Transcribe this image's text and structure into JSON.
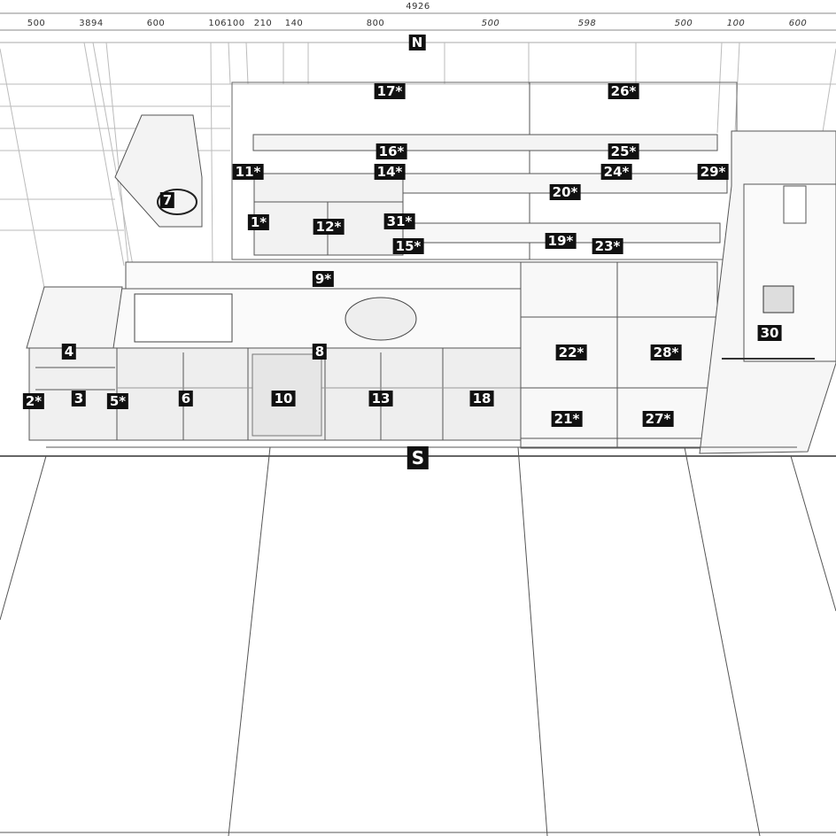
{
  "title_dimension": "4926",
  "dimensions": [
    "500",
    "3894",
    "600",
    "106100",
    "210",
    "140",
    "800",
    "500",
    "598",
    "500",
    "100",
    "600"
  ],
  "compass": {
    "north": "N",
    "south": "S"
  },
  "items": {
    "i17": "17*",
    "i26": "26*",
    "i16": "16*",
    "i25": "25*",
    "i11": "11*",
    "i14": "14*",
    "i24": "24*",
    "i29": "29*",
    "i20": "20*",
    "i7": "7",
    "i1": "1*",
    "i12": "12*",
    "i31": "31*",
    "i15": "15*",
    "i19": "19*",
    "i23": "23*",
    "i9": "9*",
    "i4": "4",
    "i8": "8",
    "i22": "22*",
    "i28": "28*",
    "i30": "30",
    "i2": "2*",
    "i3": "3",
    "i5": "5*",
    "i6": "6",
    "i10": "10",
    "i13": "13",
    "i18": "18",
    "i21": "21*",
    "i27": "27*"
  }
}
